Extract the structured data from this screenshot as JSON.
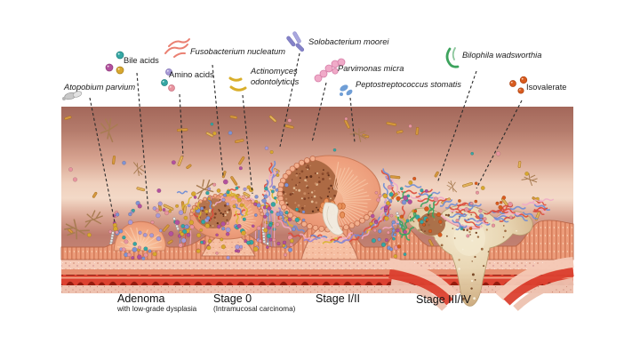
{
  "figure": {
    "legend": {
      "items": [
        {
          "id": "atopobium",
          "label": "Atopobium parvium",
          "italic": true,
          "icon": "gray-coccobacillus-icon"
        },
        {
          "id": "bile-acids",
          "label": "Bile acids",
          "italic": false,
          "icon": "metabolite-dots-icon",
          "dot_colors": [
            "#35a7a4",
            "#b2519e",
            "#d8a72e"
          ]
        },
        {
          "id": "fusobacterium",
          "label": "Fusobacterium nucleatum",
          "italic": true,
          "icon": "pink-spindle-rods-icon"
        },
        {
          "id": "amino-acids",
          "label": "Amino acids",
          "italic": false,
          "icon": "metabolite-dots-icon",
          "dot_colors": [
            "#a79ad6",
            "#35a7a4",
            "#e8949f"
          ]
        },
        {
          "id": "actinomyces",
          "label_line1": "Actinomyces",
          "label_line2": "odontolyticus",
          "italic": true,
          "icon": "yellow-branching-rods-icon"
        },
        {
          "id": "solobacterium",
          "label": "Solobacterium moorei",
          "italic": true,
          "icon": "purple-rods-icon"
        },
        {
          "id": "parvimonas",
          "label": "Parvimonas micra",
          "italic": true,
          "icon": "pink-cocci-chain-icon"
        },
        {
          "id": "peptostreptococcus",
          "label": "Peptostreptococcus stomatis",
          "italic": true,
          "icon": "blue-cocci-icon"
        },
        {
          "id": "bilophila",
          "label": "Bilophila wadsworthia",
          "italic": true,
          "icon": "green-curved-rod-icon"
        },
        {
          "id": "isovalerate",
          "label": "Isovalerate",
          "italic": false,
          "icon": "metabolite-dots-icon",
          "dot_colors": [
            "#d95b1e"
          ]
        }
      ]
    },
    "stages": [
      {
        "label": "Adenoma",
        "sublabel": "with low-grade dysplasia"
      },
      {
        "label": "Stage 0",
        "sublabel": "(Intramucosal carcinoma)"
      },
      {
        "label": "Stage I/II",
        "sublabel": ""
      },
      {
        "label": "Stage III/IV",
        "sublabel": ""
      }
    ],
    "colors": {
      "dots": {
        "teal": "#35a7a4",
        "magenta": "#b2519e",
        "gold": "#d8a72e",
        "lavender": "#a79ad6",
        "pink": "#e8949f",
        "blue": "#7f93d4",
        "orange": "#d95b1e"
      },
      "biofilm": {
        "red": "#dc4a3a",
        "blue": "#6d8cd6",
        "pink": "#efaac6",
        "purple": "#9b82cf",
        "green": "#3fa45f",
        "yellow": "#d9b62f"
      },
      "tissue": {
        "lumen_dark": "#a3675a",
        "lumen_light": "#f3d9c7",
        "mucosa": "#ec9c7a",
        "submucosa": "#f5c9b6",
        "muscle_red": "#dc4130",
        "muscle_dark": "#931b0e",
        "tumor_cream": "#e9d9ba",
        "tumor_salmon": "#ec9b79",
        "tumor_brown": "#a4653e"
      },
      "rod": "#d6993f",
      "rod_outline": "#a8701f",
      "spider": "#a87c52",
      "chain_gray": "#e3e3e3"
    }
  }
}
